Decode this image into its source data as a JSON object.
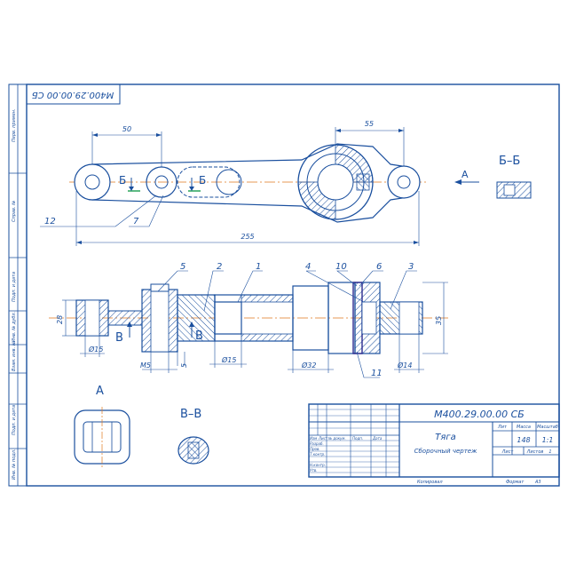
{
  "drawing_code": "М400.29.00.00 СБ",
  "drawing_code_rotated": "М400.29.00.00 СБ",
  "title_block": {
    "name": "Тяга",
    "doc_type": "Сборочный чертеж",
    "col_lit": "Лит",
    "col_mass": "Масса",
    "col_scale": "Масштаб",
    "mass": "148",
    "scale": "1:1",
    "sheet_label": "Лист",
    "sheets_label": "Листов",
    "sheets": "1",
    "hdr_izm": "Изм",
    "hdr_list": "Лист",
    "hdr_doc": "№ докум.",
    "hdr_sign": "Подп.",
    "hdr_date": "Дата",
    "row_razrab": "Разраб.",
    "row_prov": "Пров.",
    "row_tkontr": "Т.контр.",
    "row_nkontr": "Н.контр.",
    "row_utv": "Утв.",
    "copied": "Копировал",
    "format": "Формат",
    "format_value": "A3"
  },
  "side_labels": [
    "Перв. примен.",
    "Справ. №",
    "Подп. и дата",
    "Инв. № дубл.",
    "Взам. инв. №",
    "Подп. и дата",
    "Инв. № подл."
  ],
  "top_view": {
    "dim_50": "50",
    "dim_55": "55",
    "dim_255": "255",
    "section_b_left": "Б",
    "section_b_right": "Б",
    "leader_12": "12",
    "leader_7": "7",
    "view_arrow": "А"
  },
  "section_bb_title": "Б–Б",
  "front_view": {
    "pos_1": "1",
    "pos_2": "2",
    "pos_3": "3",
    "pos_4": "4",
    "pos_5": "5",
    "pos_6": "6",
    "pos_10": "10",
    "pos_11": "11",
    "dim_28": "28",
    "dim_35": "35",
    "dim_d15a": "Ø15",
    "dim_d15b": "Ø15",
    "dim_d32": "Ø32",
    "dim_d14": "Ø14",
    "dim_m5": "М5",
    "dim_5": "5",
    "cut_b1": "В",
    "cut_b2": "В"
  },
  "view_a_title": "А",
  "section_vv_title": "В–В"
}
